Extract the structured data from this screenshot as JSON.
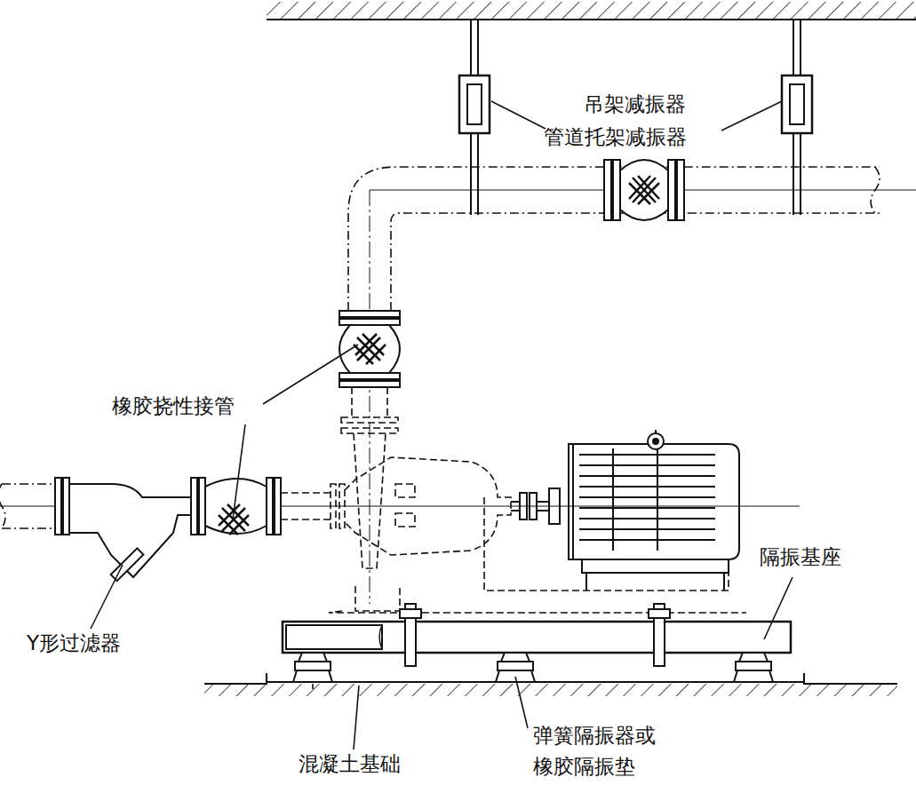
{
  "diagram": {
    "labels": [
      "吊架减振器",
      "管道托架减振器",
      "橡胶挠性接管",
      "Y形过滤器",
      "隔振基座",
      "混凝土基础",
      "弹簧隔振器或 橡胶隔振垫"
    ]
  }
}
